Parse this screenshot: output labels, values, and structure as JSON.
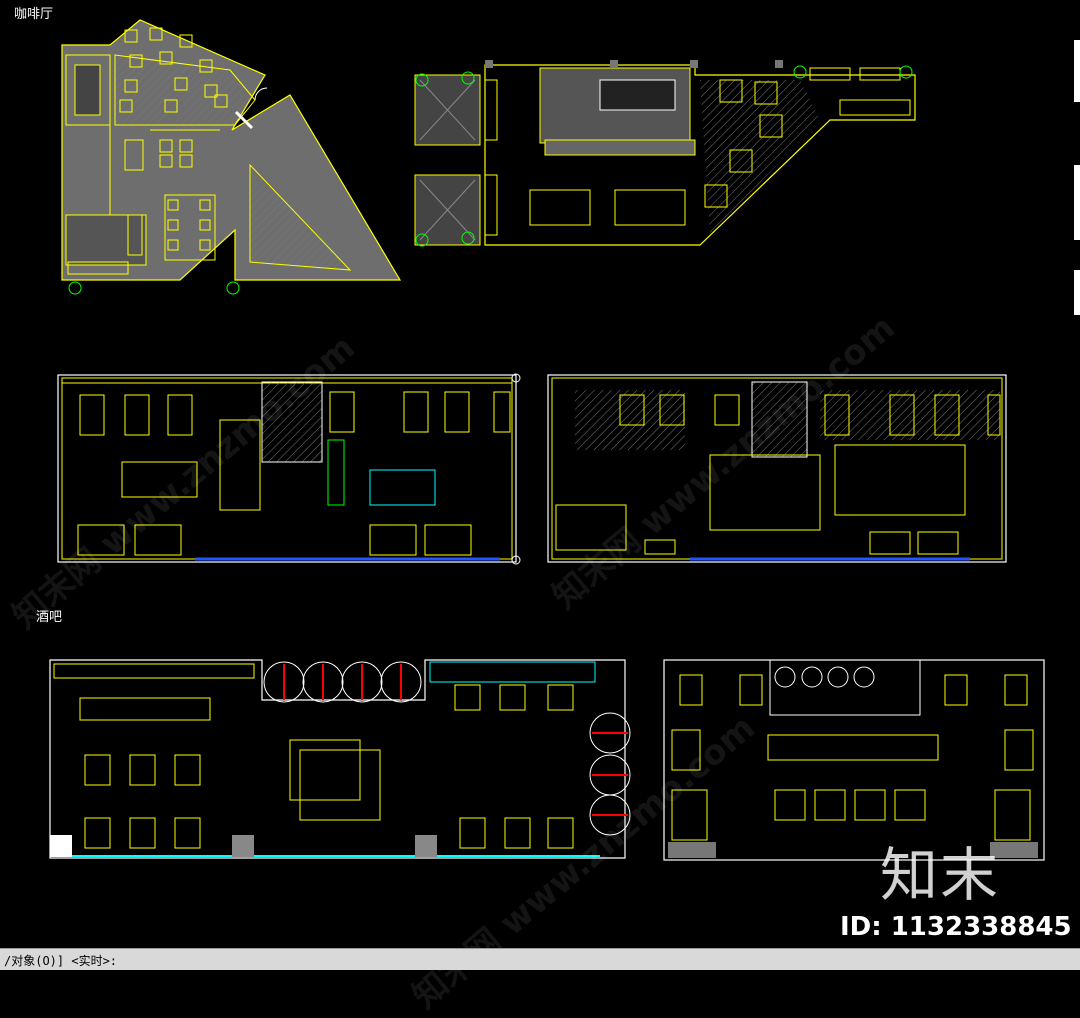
{
  "labels": {
    "cafe": "咖啡厅",
    "bar": "酒吧"
  },
  "watermark": {
    "logo": "知末",
    "id": "ID: 1132338845",
    "diagonal": "知末网 www.znzmo.com"
  },
  "command_line": "/对象(O)] <实时>:",
  "colors": {
    "background": "#000000",
    "furniture": "#ffff00",
    "walls": "#ffffff",
    "glass": "#0000ff",
    "plants": "#00ff00",
    "fill": "#808080",
    "accent": "#ff0000",
    "cyan": "#00ffff"
  }
}
